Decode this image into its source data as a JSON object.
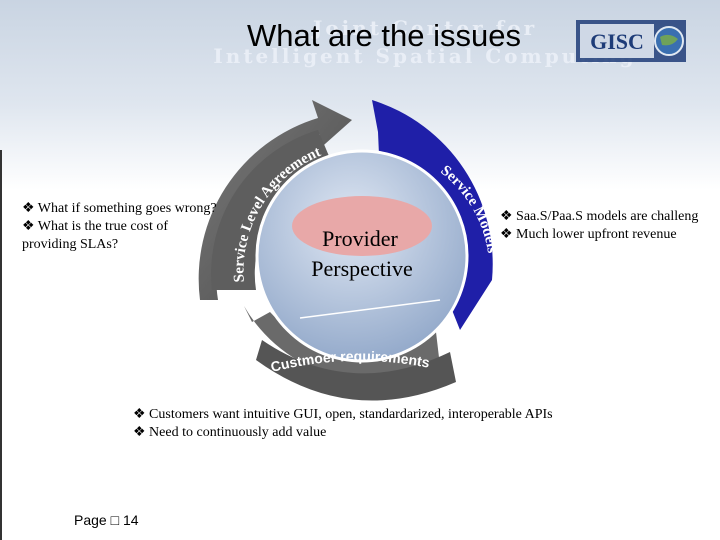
{
  "slide": {
    "title": "What are the issues",
    "banner_line1": "Joint Center for",
    "banner_line2": "Intelligent Spatial Computing",
    "logo_text": "GISC",
    "page_label": "Page",
    "page_symbol": "□",
    "page_number": "14"
  },
  "diagram": {
    "center_line1": "Provider",
    "center_line2": "Perspective",
    "arc_left": "Service Level Agreements",
    "arc_right": "Service Models",
    "arc_bottom": "Custmoer requirements",
    "colors": {
      "gray_arc": "#5a5a5a",
      "blue_arc": "#1f1fa8",
      "center_top": "#e8a8a8",
      "center_body": "#8fa6c8"
    }
  },
  "bullets_left": [
    "❖ What if something goes wrong?",
    "❖ What is the true cost of",
    "providing SLAs?"
  ],
  "bullets_right": [
    "❖ Saa.S/Paa.S models are challeng",
    "❖ Much lower upfront revenue"
  ],
  "bullets_bottom": [
    "❖ Customers want intuitive GUI, open, standardarized, interoperable APIs",
    "❖ Need to continuously add value"
  ]
}
